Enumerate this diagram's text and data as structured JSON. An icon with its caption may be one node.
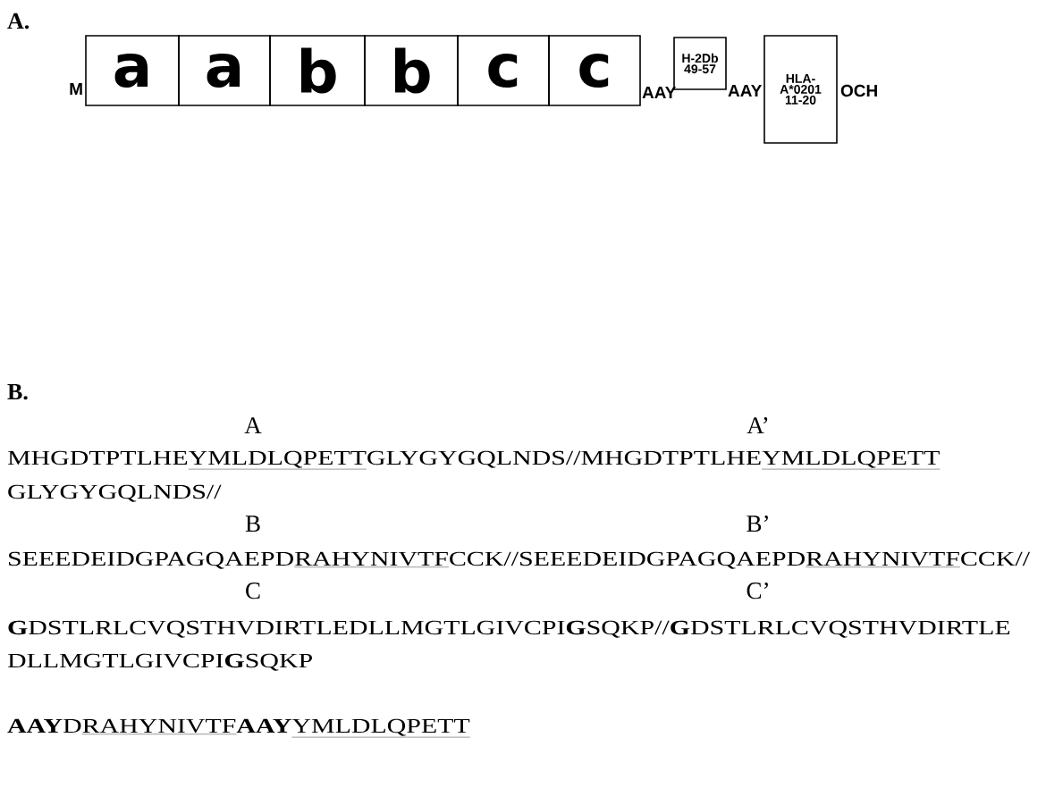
{
  "diagram": {
    "nodes": [
      {
        "text": [
          "a"
        ]
      },
      {
        "text": [
          "a"
        ]
      },
      {
        "text": [
          "b"
        ]
      },
      {
        "text": [
          "b"
        ]
      },
      {
        "text": [
          "c"
        ]
      },
      {
        "text": [
          "c"
        ]
      },
      {
        "text": [
          "H-2Db 49-57"
        ]
      },
      {
        "text": [
          "HLA- A*0201 11-20"
        ]
      }
    ],
    "labels": [
      "A.",
      "M",
      "AAY",
      "AAY",
      "OCH",
      "B.",
      "A",
      "A’",
      "MHGDTPTLHE",
      "YMLDLQPETT",
      "GLYGYGQLNDS//MHGDTPTLHE",
      "YMLDLQPETT",
      "GLYGYGQLNDS//",
      "B",
      "B’",
      "SEEEDEIDGPAGQAEPD",
      "RAHYNIVTF",
      "CCK//SEEEDEIDGPAGQAEPD",
      "RAHYNIVTF",
      "CCK//",
      "C",
      "C’",
      "**G**DSTLRLCVQSTHVDIRTLEDLLMGTLGIVCPI**G**SQKP//**G**DSTLRLCVQSTHVDIRTLE",
      "DLLMGTLGIVCPI**G**SQKP",
      "**AAY**D",
      "RAHYNIVTF",
      "**AAY**",
      "YMLDLQPETT"
    ]
  }
}
